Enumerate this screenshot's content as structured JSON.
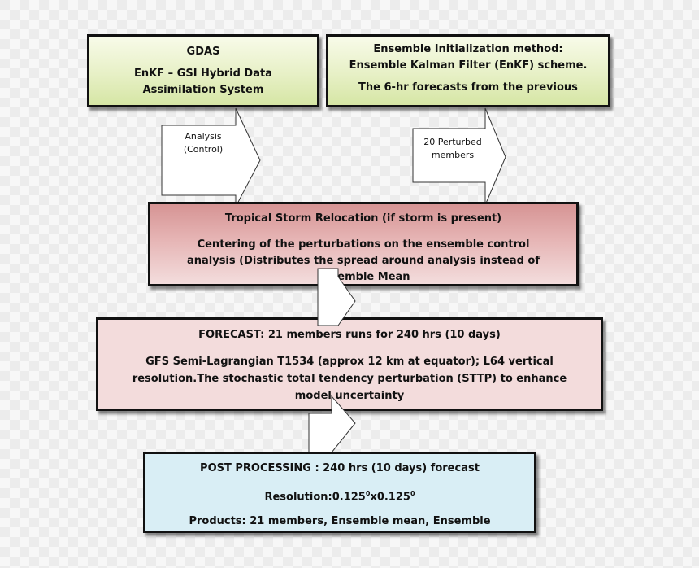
{
  "gdas": {
    "title": "GDAS",
    "line1": "EnKF – GSI Hybrid Data",
    "line2": "Assimilation System"
  },
  "ensemble_init": {
    "line1": "Ensemble Initialization method:",
    "line2": "Ensemble Kalman Filter (EnKF) scheme.",
    "line3": "The 6-hr forecasts from the previous"
  },
  "arrow_analysis": {
    "line1": "Analysis",
    "line2": "(Control)"
  },
  "arrow_perturbed": {
    "line1": "20 Perturbed",
    "line2": "members"
  },
  "relocation": {
    "title": "Tropical Storm Relocation (if storm is present)",
    "line1": "Centering of the perturbations on the ensemble control",
    "line2": "analysis (Distributes the spread around analysis instead of",
    "line3": "Ensemble Mean"
  },
  "forecast": {
    "title": "FORECAST: 21 members runs for 240 hrs (10 days)",
    "line1": "GFS Semi-Lagrangian T1534 (approx 12 km at equator); L64 vertical",
    "line2": "resolution.The stochastic total tendency perturbation (STTP) to enhance",
    "line3": "model uncertainty"
  },
  "post": {
    "title": "POST PROCESSING :   240 hrs (10 days) forecast",
    "resolution_prefix": "Resolution:0.125",
    "resolution_mid": "x0.125",
    "degree_mark": "0",
    "products": "Products: 21 members,  Ensemble mean, Ensemble"
  }
}
